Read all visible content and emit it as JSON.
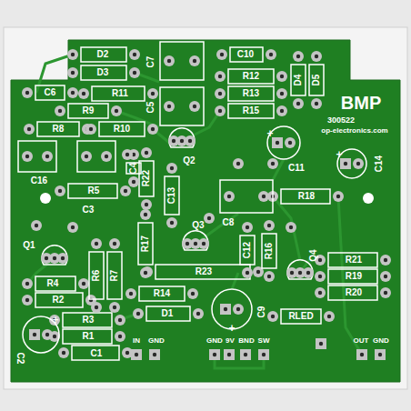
{
  "diagram": {
    "labels": [
      "D2",
      "D3",
      "C7",
      "C10",
      "R12",
      "R13",
      "R15",
      "D4",
      "D5",
      "BMP",
      "300522",
      "op-electronics.com",
      "C6",
      "R11",
      "R9",
      "C5",
      "R8",
      "R10",
      "C11",
      "C14",
      "Q2",
      "C4",
      "R22",
      "C16",
      "C13",
      "R5",
      "C3",
      "C8",
      "R18",
      "Q3",
      "R17",
      "C12",
      "R16",
      "Q4",
      "Q1",
      "R6",
      "R7",
      "R23",
      "R21",
      "R19",
      "R4",
      "R2",
      "R14",
      "R20",
      "C9",
      "D1",
      "R3",
      "RLED",
      "C2",
      "R1",
      "C1",
      "IN",
      "GND",
      "GND",
      "9V",
      "BND",
      "SW",
      "OUT",
      "GND",
      "+",
      "+",
      "+",
      "+"
    ]
  }
}
